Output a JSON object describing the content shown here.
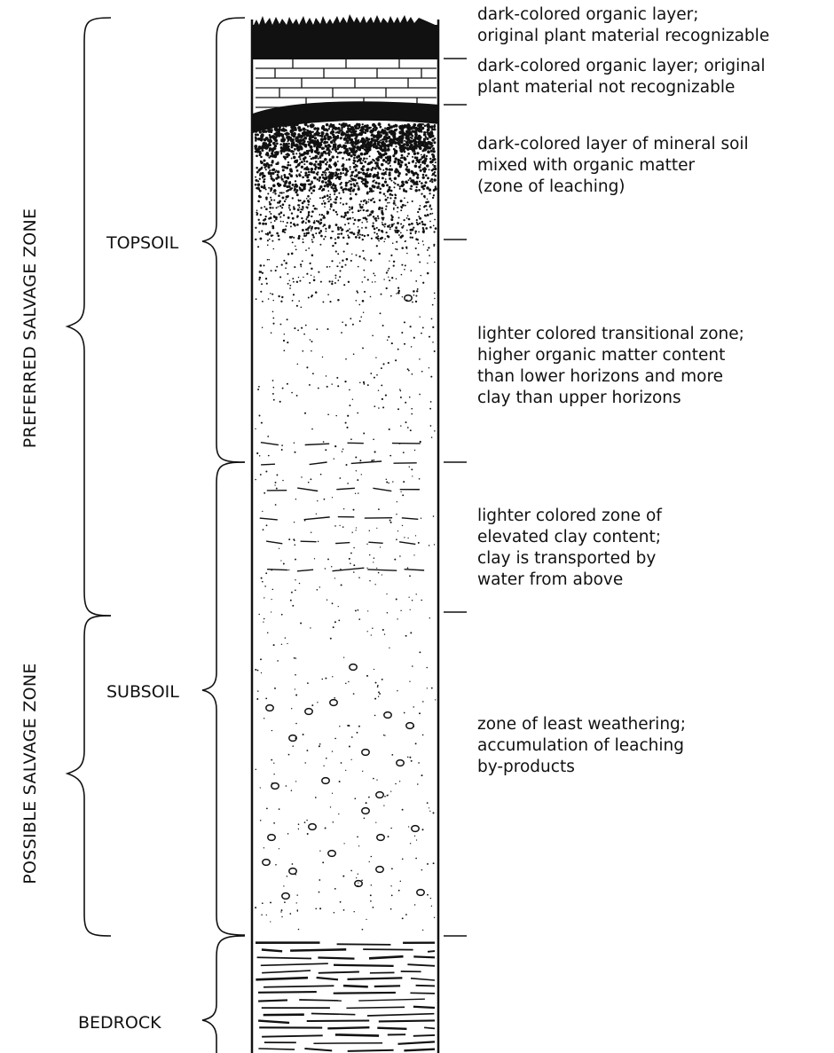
{
  "zones": {
    "preferred": "PREFERRED SALVAGE ZONE",
    "possible": "POSSIBLE SALVAGE ZONE"
  },
  "layers": {
    "topsoil": "TOPSOIL",
    "subsoil": "SUBSOIL",
    "bedrock": "BEDROCK"
  },
  "descriptions": [
    {
      "lines": [
        "dark-colored organic layer;",
        "original plant material recognizable"
      ]
    },
    {
      "lines": [
        "dark-colored organic layer; original",
        "plant material not recognizable"
      ]
    },
    {
      "lines": [
        "dark-colored layer of mineral soil",
        "mixed with organic matter",
        "(zone of leaching)"
      ]
    },
    {
      "lines": [
        "lighter colored transitional zone;",
        "higher organic matter content",
        "than lower horizons and more",
        "clay than upper horizons"
      ]
    },
    {
      "lines": [
        "lighter colored zone of",
        "elevated clay content;",
        "clay is transported by",
        "water from above"
      ]
    },
    {
      "lines": [
        "zone of least weathering;",
        "accumulation of leaching",
        "by-products"
      ]
    }
  ]
}
